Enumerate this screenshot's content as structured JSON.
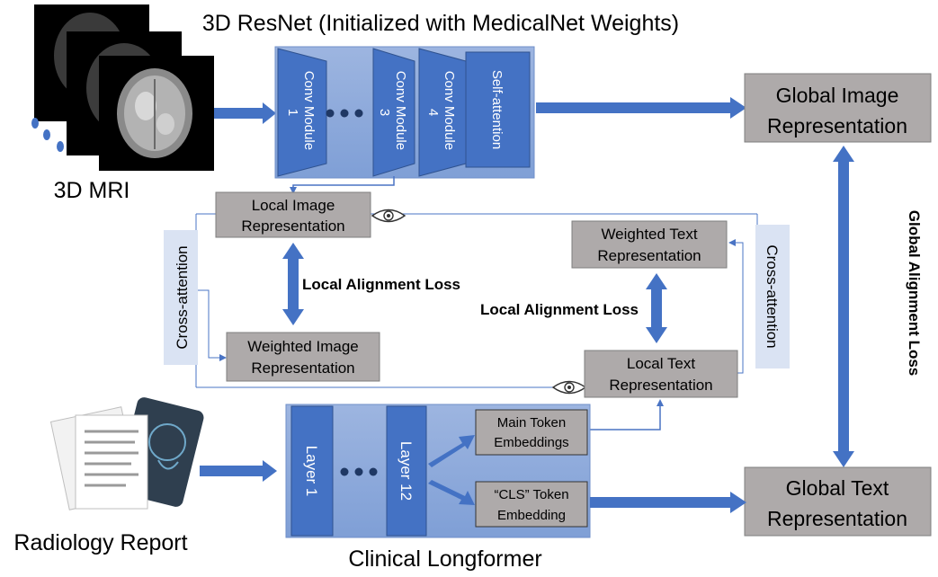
{
  "titles": {
    "resnet": "3D ResNet (Initialized with MedicalNet Weights)",
    "longformer": "Clinical Longformer"
  },
  "inputs": {
    "mri": "3D MRI",
    "report": "Radiology Report"
  },
  "resnet_modules": [
    {
      "line1": "Conv Module",
      "line2": "1"
    },
    {
      "line1": "Conv Module",
      "line2": "3"
    },
    {
      "line1": "Conv Module",
      "line2": "4"
    }
  ],
  "self_attention": "Self-attention",
  "longformer_layers": [
    "Layer 1",
    "Layer 12"
  ],
  "token_boxes": {
    "main": {
      "line1": "Main Token",
      "line2": "Embeddings"
    },
    "cls": {
      "line1": "“CLS” Token",
      "line2": "Embedding"
    }
  },
  "representations": {
    "global_image": {
      "line1": "Global Image",
      "line2": "Representation"
    },
    "global_text": {
      "line1": "Global Text",
      "line2": "Representation"
    },
    "local_image": {
      "line1": "Local Image",
      "line2": "Representation"
    },
    "weighted_image": {
      "line1": "Weighted Image",
      "line2": "Representation"
    },
    "weighted_text": {
      "line1": "Weighted Text",
      "line2": "Representation"
    },
    "local_text": {
      "line1": "Local Text",
      "line2": "Representation"
    }
  },
  "losses": {
    "local_left": "Local Alignment Loss",
    "local_right": "Local Alignment Loss",
    "global": "Global Alignment Loss"
  },
  "cross_attention": {
    "left": "Cross-attention",
    "right": "Cross-attention"
  },
  "colors": {
    "module_blue": "#4472c4",
    "panel_blue": "#8eaadb",
    "rep_gray": "#aeaaaa",
    "cross_attn_bg": "#dae3f3",
    "line_blue": "#4a74c4"
  }
}
